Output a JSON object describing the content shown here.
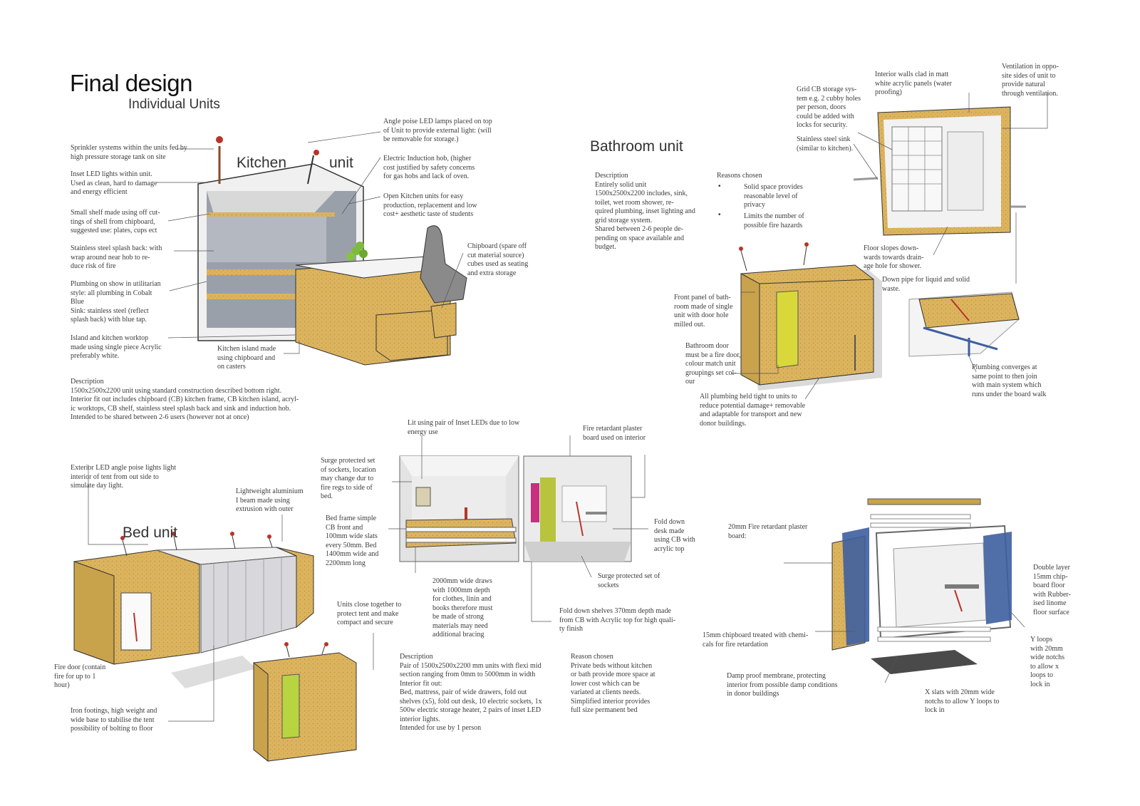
{
  "header": {
    "title": "Final design",
    "subtitle": "Individual Units"
  },
  "kitchen": {
    "title_a": "Kitchen",
    "title_b": "unit",
    "notes": [
      "Sprinkler systems within the units fed by\nhigh pressure storage tank on site",
      "Inset LED lights within unit.\nUsed as clean, hard to damage\nand energy efficient",
      "Small shelf made using off cut-\ntings of shell from chipboard,\nsuggested use: plates, cups ect",
      "Stainless steel splash back: with\nwrap around near hob to re-\nduce risk of fire",
      "Plumbing on show in utilitarian\nstyle: all plumbing in Cobalt\nBlue\nSink: stainless steel (reflect\nsplash back) with blue tap.",
      "Island and kitchen worktop\nmade using single piece Acrylic\npreferably white.",
      "Angle poise LED lamps placed on top\nof Unit to provide external light: (will\nbe removable for storage.)",
      "Electric Induction hob, (higher\ncost justified by safety concerns\nfor gas hobs and lack of oven.",
      "Open Kitchen units for easy\nproduction, replacement  and low\ncost+ aesthetic taste of students",
      "Chipboard (spare off\ncut material source)\ncubes used as seating\nand extra storage",
      "Kitchen island made\nusing chipboard and\non casters"
    ],
    "description": "Description\n1500x2500x2200 unit using standard construction described bottom right.\nInterior fit out includes chipboard (CB) kitchen frame, CB kitchen island, acryl-\nic worktops, CB shelf, stainless steel splash back and sink and induction hob.\nIntended to be shared between 2-6 users (however not at once)"
  },
  "bathroom": {
    "title": "Bathroom unit",
    "description": "Description\nEntirely solid unit\n1500x2500x2200 includes, sink,\ntoilet, wet room shower, re-\nquired plumbing, inset lighting and\ngrid storage system.\nShared between 2-6 people de-\npending on space available and\nbudget.",
    "reasons_title": "Reasons chosen",
    "reasons": [
      "Solid space provides\nreasonable level of\nprivacy",
      "Limits the number of\npossible fire hazards"
    ],
    "notes": [
      "Grid CB storage sys-\ntem e.g. 2 cubby holes\nper person, doors\ncould be added with\nlocks for security.",
      "Stainless steel sink\n(similar to kitchen).",
      "Interior walls clad in matt\nwhite acrylic panels (water\nproofing)",
      "Ventilation in oppo-\nsite sides of unit to\nprovide natural\nthrough ventilation.",
      "Floor slopes down-\nwards towards drain-\nage hole for shower.",
      "Down pipe for liquid and solid\nwaste.",
      "Front panel of bath-\nroom made of single\nunit with door hole\nmilled out.",
      "Bathroom door\nmust be a fire door,\ncolour match unit\ngroupings set col-\nour",
      "All plumbing held tight to units to\nreduce potential damage+ removable\nand adaptable for transport and new\ndonor buildings.",
      "Plumbing converges at\nsame point to then join\nwith main system which\nruns under the board walk"
    ]
  },
  "bed": {
    "title": "Bed unit",
    "notes": [
      "Exterior LED angle poise lights light\ninterior of tent from out side to\nsimulate day light.",
      "Lightweight aluminium\nI beam made using\nextrusion with outer",
      "Fire door (contain\nfire for up to 1\nhour)",
      "Iron footings, high weight and\nwide base to stabilise the tent\npossibility of bolting to floor",
      "Units close together to\nprotect tent and make\ncompact and secure",
      "Lit using pair of Inset LEDs due to low\nenergy use",
      "Fire retardant plaster\nboard used on interior",
      "Surge protected set\nof sockets, location\nmay change dur to\nfire regs to side of\nbed.",
      "Bed frame simple\nCB front and\n100mm wide slats\nevery 50mm. Bed\n1400mm wide and\n2200mm long",
      "Fold down\ndesk made\nusing CB with\nacrylic top",
      "Surge protected set of\nsockets",
      "2000mm wide draws\nwith 1000mm depth\nfor clothes, linin and\nbooks therefore must\nbe made of strong\nmaterials may need\nadditional bracing",
      "Fold down shelves 370mm depth made\nfrom CB with Acrylic top for high quali-\nty finish"
    ],
    "description": "Description\nPair of 1500x2500x2200 mm units with flexi mid\nsection ranging from 0mm to 5000mm in width\nInterior fit out:\nBed, mattress, pair of wide drawers, fold out\nshelves (x5), fold out desk, 10 electric sockets, 1x\n500w electric storage heater, 2 pairs of inset LED\ninterior lights.\nIntended for use by 1 person",
    "reason": "Reason chosen\nPrivate beds without kitchen\nor bath provide more space at\nlower cost which can be\nvariated at clients needs.\nSimplified interior provides\nfull size permanent bed"
  },
  "construction": {
    "notes": [
      "20mm Fire retardant plaster\nboard:",
      "Double layer\n15mm chip-\nboard floor\nwith Rubber-\nised linome\nfloor surface",
      "15mm chipboard treated with chemi-\ncals for fire retardation",
      "Y loops\nwith 20mm\nwide notchs\nto allow x\nloops to\nlock in",
      "Damp proof membrane, protecting\ninterior from possible damp conditions\nin donor buildings",
      "X slats with 20mm wide\nnotchs to allow Y loops to\nlock in"
    ]
  },
  "colors": {
    "chipboard": "#d9b35c",
    "cobalt": "#3d5fa0",
    "door_yellow": "#d8d83a",
    "red": "#b8342a"
  }
}
